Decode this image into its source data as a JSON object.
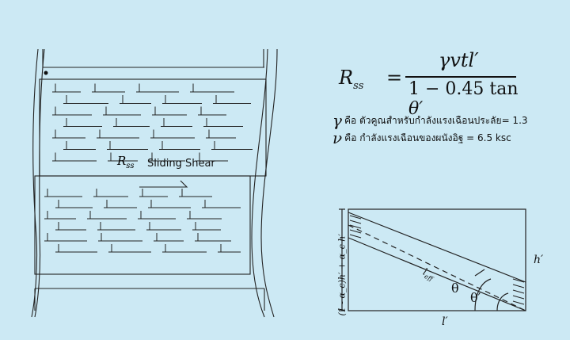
{
  "formula": {
    "lhs": "R",
    "lhs_sub": "ss",
    "equals": "=",
    "numerator": "γvtl′",
    "denominator_prefix": "1 − 0.45 tan ",
    "denominator_var": "θ′"
  },
  "definitions": [
    {
      "symbol": "γ",
      "text": "คือ ตัวคูณสำหรับกำลังแรงเฉือนประลัย= 1.3"
    },
    {
      "symbol": "ν",
      "text": "คือ กำลังแรงเฉือนของผนังอิฐ = 6.5 ksc"
    }
  ],
  "wall_labels": {
    "force_symbol": "R",
    "force_sub": "ss",
    "shear_label": "Sliding Shear"
  },
  "strut_diagram": {
    "height_label": "h′",
    "length_label": "l′",
    "eff_label": "l",
    "eff_sub": "eff",
    "theta_label": "θ",
    "theta_prime_label": "θ′",
    "vertical_label": "(1 - α_c)h′ + α_c h′"
  },
  "colors": {
    "background": "#cce9f4",
    "ink": "#111111"
  }
}
